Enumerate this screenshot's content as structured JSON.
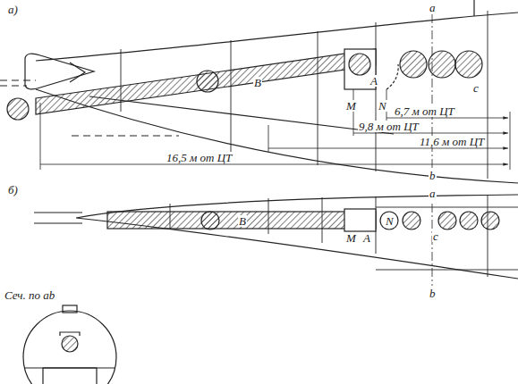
{
  "diagram": {
    "labels": [
      "а)",
      "a",
      "A",
      "B",
      "c",
      "M",
      "N",
      "6,7 м от ЦТ",
      "9,8 м от ЦТ",
      "11,6 м от ЦТ",
      "16,5 м от ЦТ",
      "b",
      "б)",
      "a",
      "B",
      "M",
      "A",
      "N",
      "c",
      "b",
      "Сеч. по аb"
    ]
  }
}
